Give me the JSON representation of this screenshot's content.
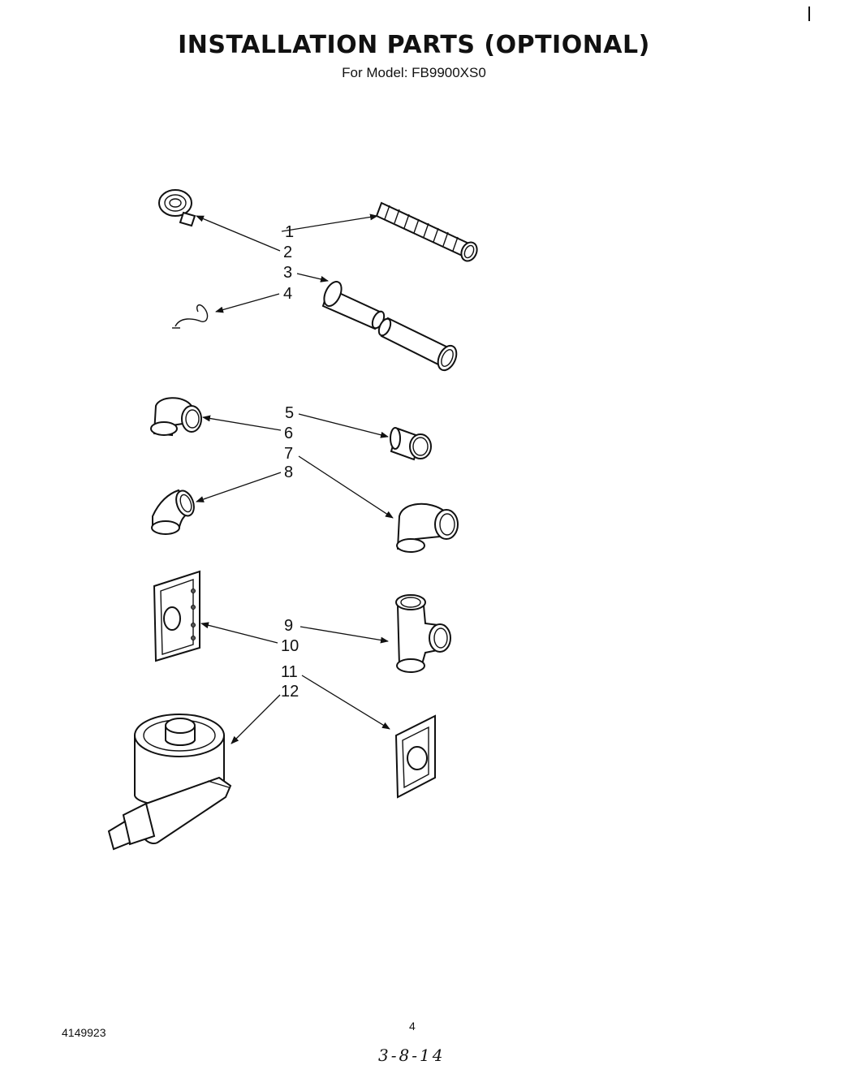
{
  "header": {
    "title": "INSTALLATION PARTS (OPTIONAL)",
    "subtitle": "For Model: FB9900XS0"
  },
  "labels": [
    "1",
    "2",
    "3",
    "4",
    "5",
    "6",
    "7",
    "8",
    "9",
    "10",
    "11",
    "12"
  ],
  "footer": {
    "doc_number": "4149923",
    "page_number": "4",
    "handwritten_date": "3-8-14"
  }
}
